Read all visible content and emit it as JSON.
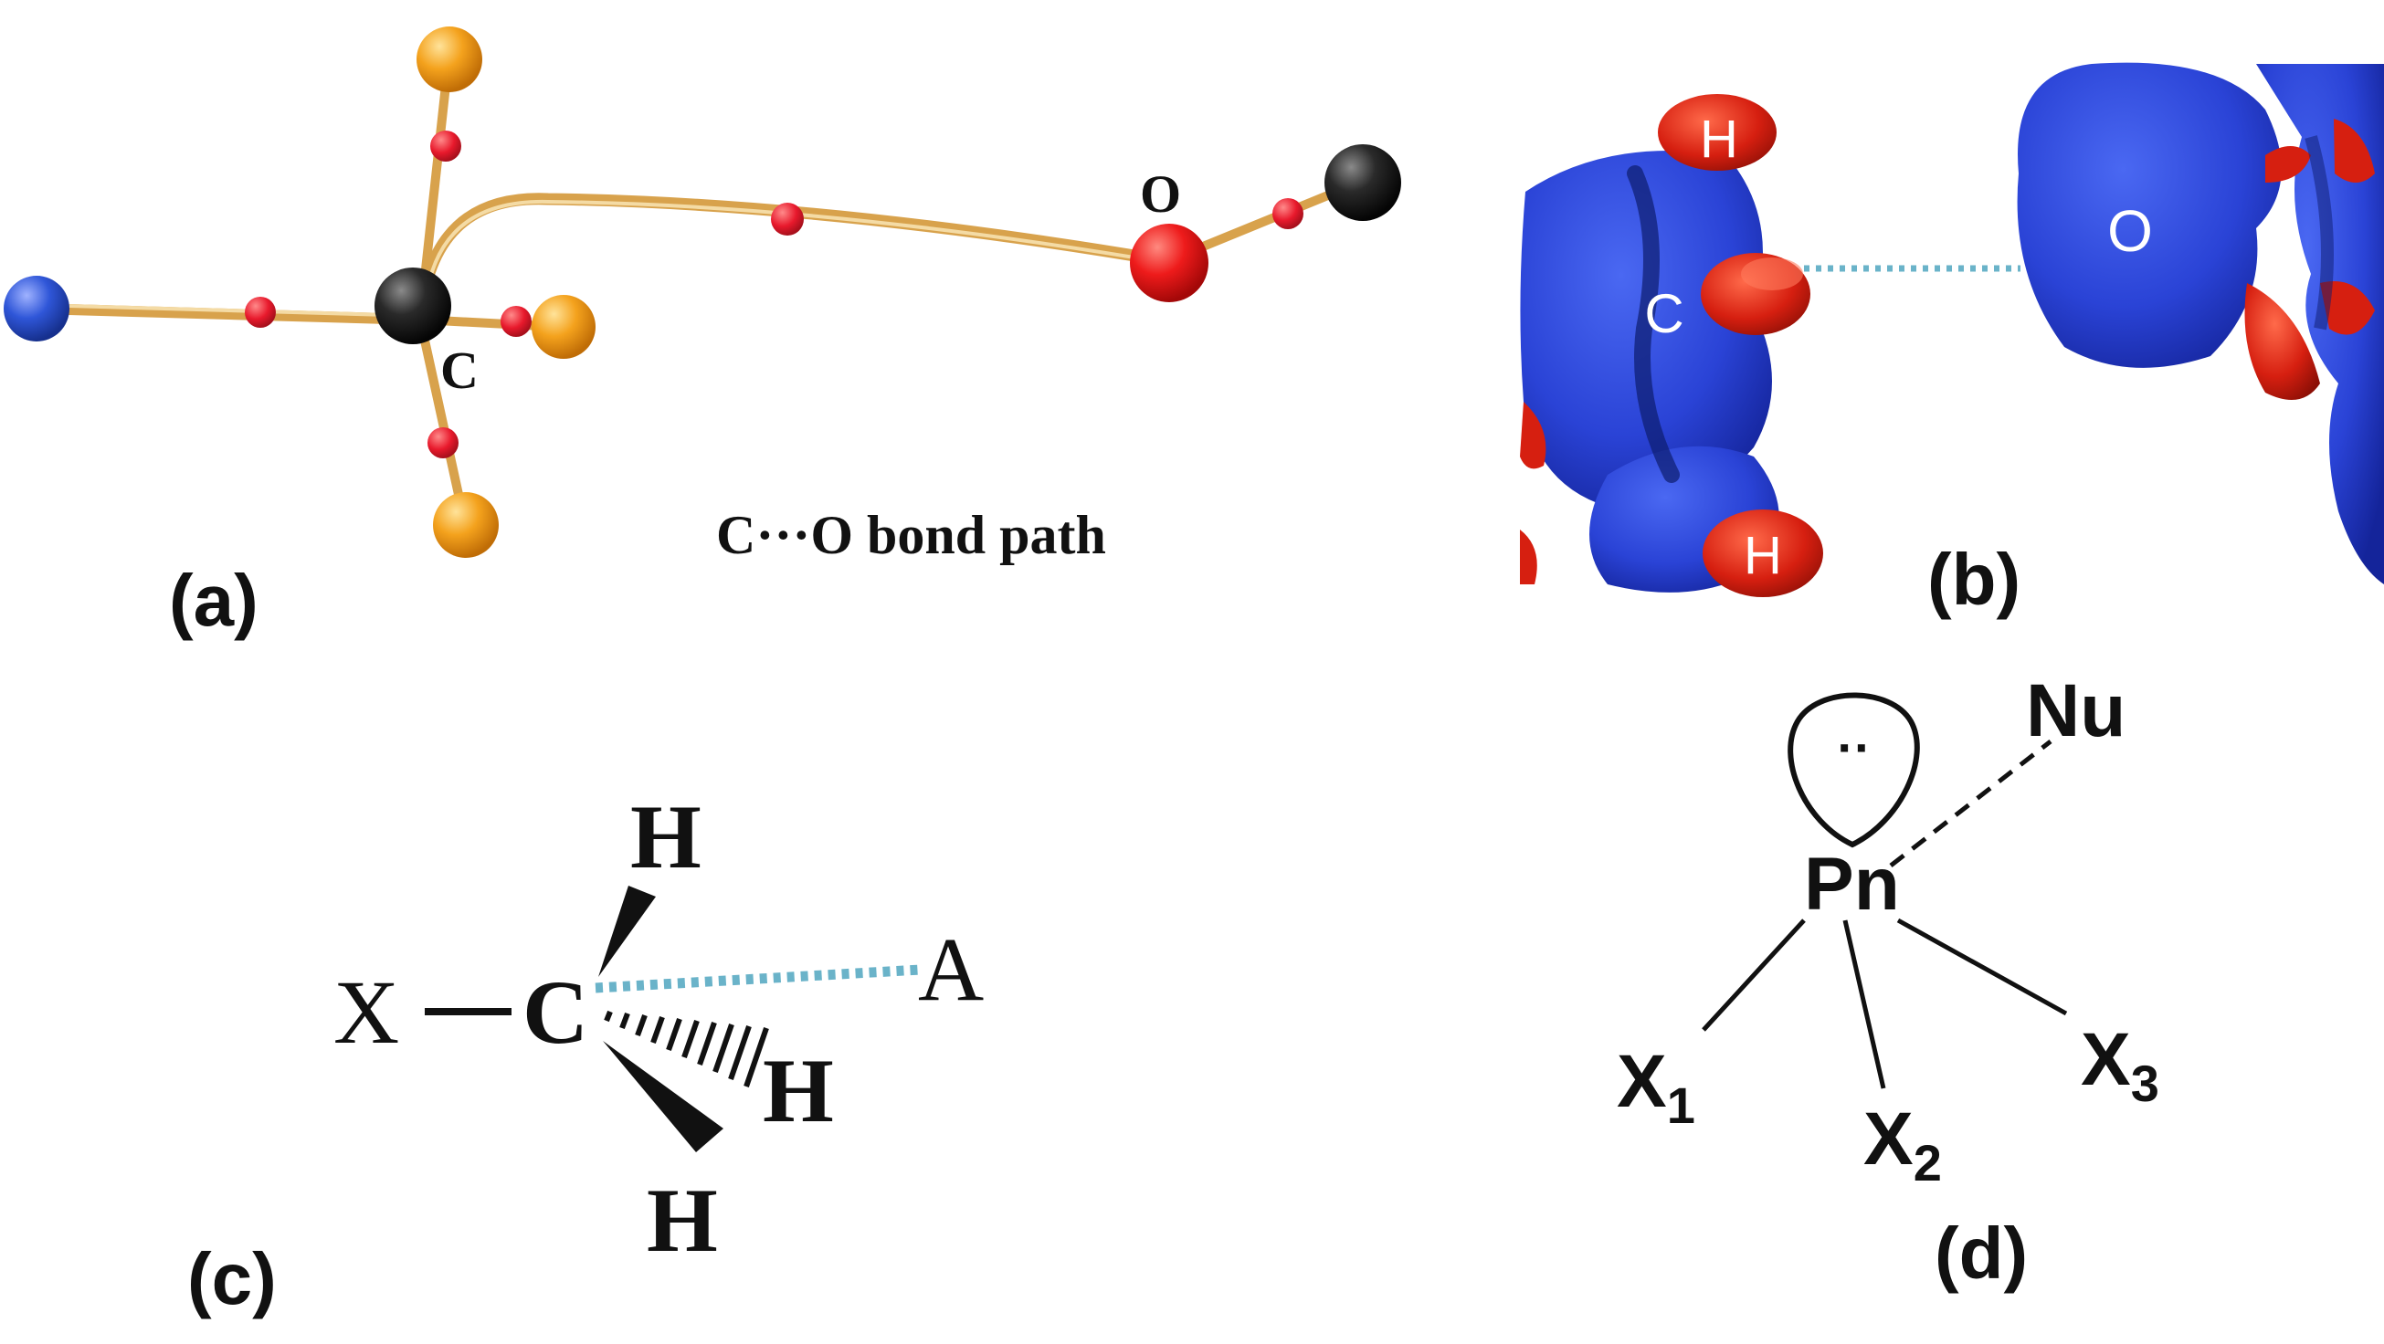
{
  "colors": {
    "bond": "#d8a24c",
    "bond_highlight": "#f4dba5",
    "critical_point": "#e8192c",
    "carbon": "#1b1b1b",
    "oxygen": "#ee1b1b",
    "halogen": "#f4a21d",
    "donor": "#2f56d8",
    "density_positive": "#2a43d6",
    "density_negative": "#d61f10",
    "tetrel_bond": "#6ab3c9",
    "ink": "#111111"
  },
  "panel_a": {
    "label": "(a)",
    "atom_c": "C",
    "atom_o": "O",
    "caption": "C···O bond path",
    "icons": {
      "carbon": "black-sphere",
      "oxygen": "red-sphere",
      "fluorine": "orange-sphere",
      "donor": "blue-sphere",
      "critical_point": "red-dot"
    }
  },
  "panel_b": {
    "label": "(b)",
    "atoms": [
      "H",
      "C",
      "O",
      "H"
    ]
  },
  "panel_c": {
    "label": "(c)",
    "atom_x": "X",
    "atom_c": "C",
    "atom_a": "A",
    "atom_h_top": "H",
    "atom_h_mid": "H",
    "atom_h_bottom": "H"
  },
  "panel_d": {
    "label": "(d)",
    "atom_pn": "Pn",
    "atom_nu": "Nu",
    "lone_pair": "··",
    "x1": "X",
    "x1_sub": "1",
    "x2": "X",
    "x2_sub": "2",
    "x3": "X",
    "x3_sub": "3"
  }
}
